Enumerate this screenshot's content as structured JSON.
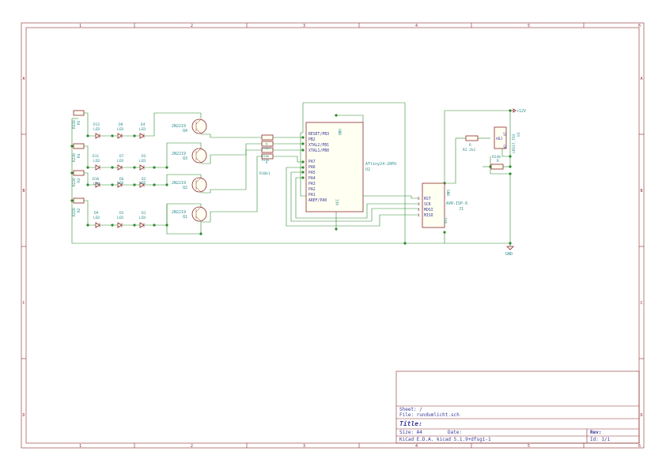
{
  "frame": {
    "columns": [
      "1",
      "2",
      "3",
      "4",
      "5",
      "6"
    ],
    "rows": [
      "A",
      "B",
      "C",
      "D"
    ]
  },
  "title_block": {
    "sheet": "Sheet: /",
    "file": "File: rundumlicht.sch",
    "title": "Title:",
    "size": "Size: A4",
    "date": "Date:",
    "rev": "Rev:",
    "tool": "KiCad E.D.A.  kicad 5.1.9+dfsg1-1",
    "id": "Id: 1/1"
  },
  "resistors": [
    {
      "ref": "R5",
      "value": "R220"
    },
    {
      "ref": "R4",
      "value": "R220"
    },
    {
      "ref": "R3",
      "value": "R220"
    },
    {
      "ref": "R2",
      "value": "R220"
    },
    {
      "ref": "R",
      "value": "R10k1"
    },
    {
      "ref": "R",
      "value": "R10k"
    },
    {
      "ref": "R",
      "value": "R10k"
    },
    {
      "ref": "R",
      "value": "R10k1"
    }
  ],
  "leds": [
    {
      "ref": "D12",
      "value": "LED"
    },
    {
      "ref": "D8",
      "value": "LED"
    },
    {
      "ref": "D4",
      "value": "LED"
    },
    {
      "ref": "D11",
      "value": "LED"
    },
    {
      "ref": "D7",
      "value": "LED"
    },
    {
      "ref": "D3",
      "value": "LED"
    },
    {
      "ref": "D10",
      "value": "LED"
    },
    {
      "ref": "D6",
      "value": "LED"
    },
    {
      "ref": "D2",
      "value": "LED"
    },
    {
      "ref": "D9",
      "value": "LED"
    },
    {
      "ref": "D5",
      "value": "LED"
    },
    {
      "ref": "D1",
      "value": "LED"
    }
  ],
  "transistors": [
    {
      "ref": "Q4",
      "value": "2N2219"
    },
    {
      "ref": "Q3",
      "value": "2N2219"
    },
    {
      "ref": "Q2",
      "value": "2N2219"
    },
    {
      "ref": "Q1",
      "value": "2N2219"
    }
  ],
  "mcu": {
    "ref": "U2",
    "value": "ATtiny24-20PU",
    "gnd": "GND",
    "vcc": "VCC",
    "pins": [
      "RESET/PB3",
      "PB2",
      "XTAL2/PB1",
      "XTAL1/PB0",
      "PA7",
      "PA6",
      "PA5",
      "PA4",
      "PA3",
      "PA2",
      "PA1",
      "AREF/PA0"
    ]
  },
  "isp": {
    "ref": "J1",
    "value": "AVR-ISP-6",
    "gnd": "GND",
    "vcc": "VCC",
    "pins": [
      "RST",
      "SCK",
      "MOSI",
      "MISO"
    ],
    "pin_numbers": [
      "5",
      "3",
      "4",
      "1"
    ]
  },
  "regulator": {
    "ref": "U1",
    "value": "LM317_TO3",
    "adj": "ADJ",
    "vi": "VI",
    "vo": "VO"
  },
  "reg_resistors": [
    {
      "ref": "R",
      "value": "R2.2k1"
    },
    {
      "ref": "R",
      "value": "R240"
    }
  ],
  "power": {
    "plus12": "+12V",
    "gnd": "GND"
  }
}
